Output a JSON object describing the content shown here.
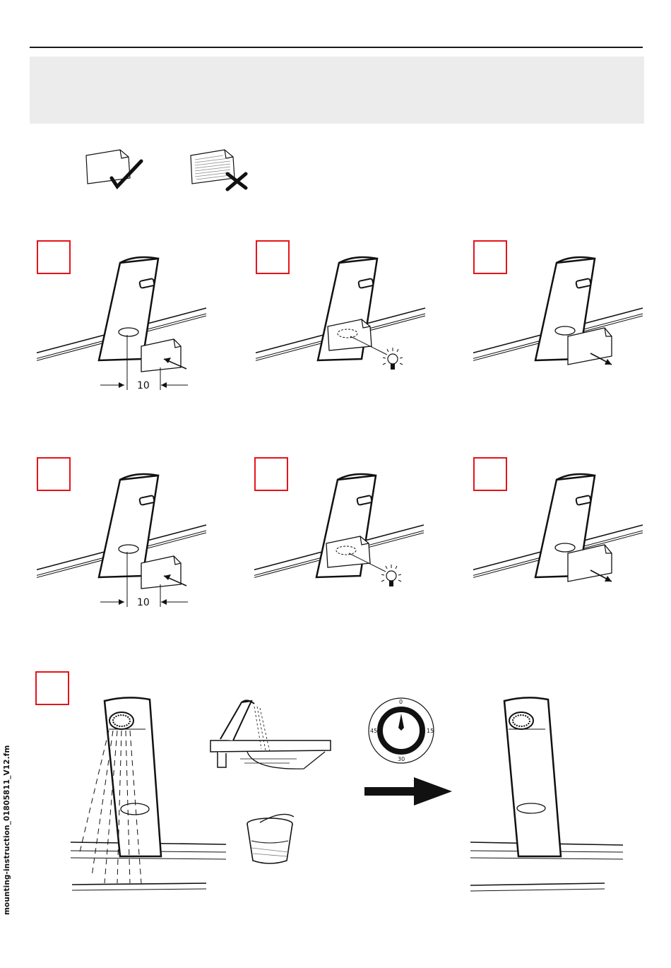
{
  "footer": {
    "filename": "mounting-instruction_01805811_V12.fm"
  },
  "steps": {
    "calibration_sets": [
      {
        "dimension_label": "10"
      },
      {
        "dimension_label": "10"
      }
    ]
  },
  "timer": {
    "marks": [
      "0",
      "15",
      "30",
      "45"
    ]
  },
  "colors": {
    "step_box": "#e3141b",
    "band": "#ececec"
  }
}
